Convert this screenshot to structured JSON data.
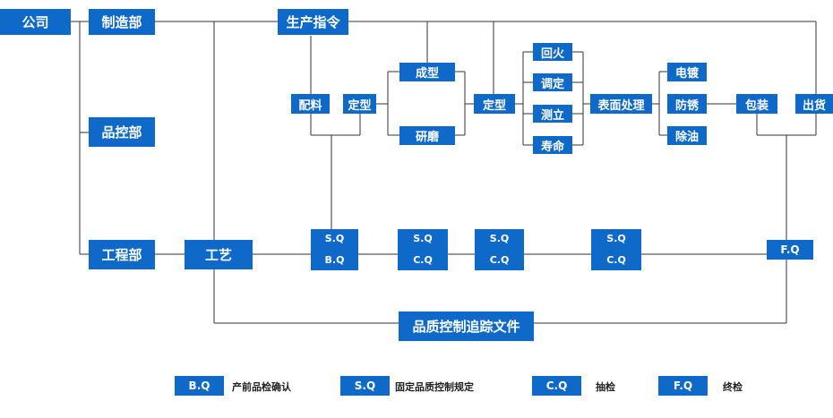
{
  "org": {
    "company": "公司",
    "manufacturing": "制造部",
    "quality_control": "品控部",
    "engineering": "工程部"
  },
  "process": {
    "order": "生产指令",
    "batching": "配料",
    "setting1": "定型",
    "forming": "成型",
    "grinding": "研磨",
    "setting2": "定型",
    "tempering": "回火",
    "adjusting": "调定",
    "measuring": "测立",
    "life": "寿命",
    "surface": "表面处理",
    "plating": "电镀",
    "antirust": "防锈",
    "degrease": "除油",
    "packing": "包装",
    "shipping": "出货"
  },
  "engineering_row": {
    "craft": "工艺",
    "checks": [
      {
        "top": "S.Q",
        "bottom": "B.Q"
      },
      {
        "top": "S.Q",
        "bottom": "C.Q"
      },
      {
        "top": "S.Q",
        "bottom": "C.Q"
      },
      {
        "top": "S.Q",
        "bottom": "C.Q"
      }
    ],
    "final": "F.Q"
  },
  "trace_doc": "品质控制追踪文件",
  "legend": [
    {
      "code": "B.Q",
      "desc": "产前品检确认"
    },
    {
      "code": "S.Q",
      "desc": "固定品质控制规定"
    },
    {
      "code": "C.Q",
      "desc": "抽检"
    },
    {
      "code": "F.Q",
      "desc": "终检"
    }
  ],
  "colors": {
    "box": "#0f69c8",
    "line": "#333333",
    "text": "#ffffff"
  }
}
